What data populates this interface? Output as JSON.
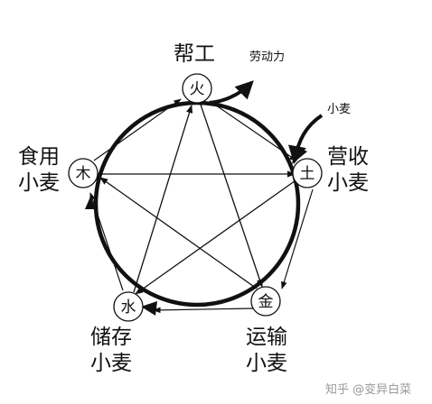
{
  "nodes": {
    "fire": {
      "glyph": "火",
      "label_lines": [
        "帮工"
      ]
    },
    "earth": {
      "glyph": "土",
      "label_lines": [
        "营收",
        "小麦"
      ]
    },
    "metal": {
      "glyph": "金",
      "label_lines": [
        "运输",
        "小麦"
      ]
    },
    "water": {
      "glyph": "水",
      "label_lines": [
        "储存",
        "小麦"
      ]
    },
    "wood": {
      "glyph": "木",
      "label_lines": [
        "食用",
        "小麦"
      ]
    }
  },
  "inputs": {
    "labor": "劳动力",
    "wheat": "小麦"
  },
  "watermark": "知乎 @变异白菜"
}
